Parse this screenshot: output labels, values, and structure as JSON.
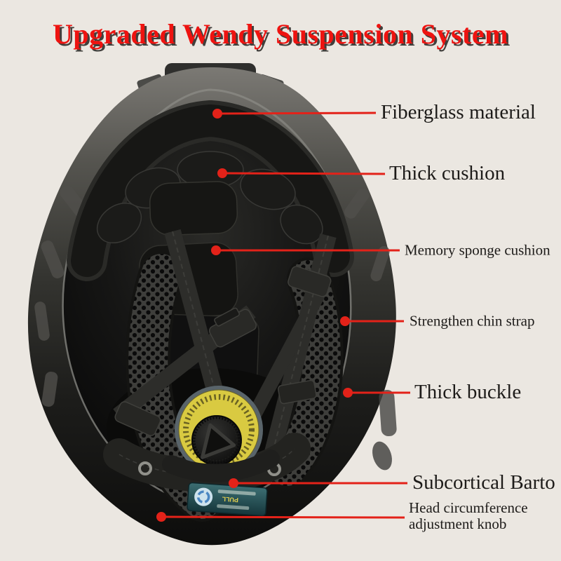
{
  "title": {
    "text": "Upgraded Wendy Suspension System"
  },
  "annotations": [
    {
      "id": "fiberglass",
      "label": "Fiberglass material"
    },
    {
      "id": "thick-cushion",
      "label": "Thick cushion"
    },
    {
      "id": "memory-sponge",
      "label": "Memory sponge cushion"
    },
    {
      "id": "chin-strap",
      "label": "Strengthen chin strap"
    },
    {
      "id": "thick-buckle",
      "label": "Thick buckle"
    },
    {
      "id": "subcortical",
      "label": "Subcortical Barto"
    },
    {
      "id": "adjustment-knob",
      "label": "Head circumference adjustment knob"
    }
  ],
  "sticker": {
    "text": "PULL"
  },
  "colors": {
    "background": "#ebe7e1",
    "title_red": "#ee1310",
    "callout_red": "#e32219",
    "label_text": "#1d1b19",
    "dial_yellow": "#d9ca41"
  }
}
